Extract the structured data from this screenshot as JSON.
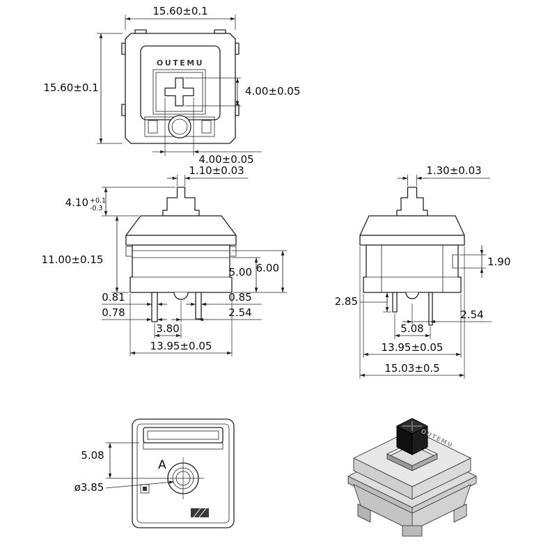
{
  "drawing": {
    "brand": "OUTEMU",
    "colors": {
      "line": "#1f1f1f",
      "stem": "#1a1a1a",
      "housing_gray": "#e8e8e8"
    },
    "top_view": {
      "width": "15.60±0.1",
      "height": "15.60±0.1",
      "stem_cross_v": "4.00±0.05",
      "stem_cross_h": "4.00±0.05"
    },
    "front_view": {
      "stem_tip": "1.10±0.03",
      "stem_travel": "4.10",
      "stem_travel_tol_plus": "+0.1",
      "stem_travel_tol_minus": "-0.3",
      "body_height": "11.00±0.15",
      "upper_step": "6.00",
      "lower_step": "5.00",
      "pin_w_upper": "0.81",
      "pin_w_lower": "0.78",
      "pin_w_right": "0.85",
      "pin_pitch": "2.54",
      "pin_offset": "3.80",
      "base_width": "13.95±0.05"
    },
    "side_view": {
      "stem_tip": "1.30±0.03",
      "rail_depth": "1.90",
      "pin_length": "2.85",
      "pin_pitch": "2.54",
      "post_pitch": "5.08",
      "base_width": "13.95±0.05",
      "overall_width": "15.03±0.5"
    },
    "bottom_view": {
      "post_offset": "5.08",
      "section_label": "A",
      "post_diameter": "ø3.85"
    }
  }
}
